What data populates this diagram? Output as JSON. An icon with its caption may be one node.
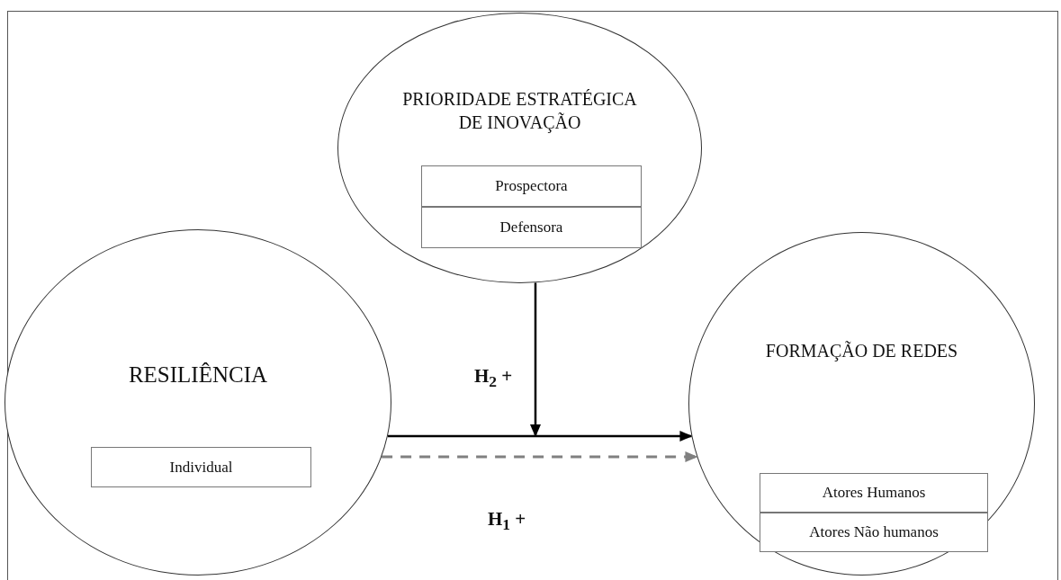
{
  "diagram": {
    "nodes": [
      {
        "text": [
          "PRIORIDADE ESTRATÉGICA DE INOVAÇÃO"
        ]
      },
      {
        "text": [
          "Prospectora"
        ],
        "in": 0
      },
      {
        "text": [
          "Defensora"
        ],
        "in": 0
      },
      {
        "text": [
          "RESILIÊNCIA"
        ]
      },
      {
        "text": [
          "Individual"
        ],
        "in": 3
      },
      {
        "text": [
          "FORMAÇÃO DE REDES"
        ]
      },
      {
        "text": [
          "Atores Humanos"
        ],
        "in": 5
      },
      {
        "text": [
          "Atores Não humanos"
        ],
        "in": 5
      }
    ],
    "edges": [
      {
        "from": 3,
        "to": 5,
        "arrow": "to"
      },
      {
        "from": 3,
        "to": 5,
        "arrow": "to",
        "style": "dashed",
        "color": "#808080",
        "label": "H$_{1}$ +"
      },
      {
        "from": 0,
        "to": null,
        "arrow": "to",
        "label": "H$_{2}$ +"
      }
    ]
  }
}
